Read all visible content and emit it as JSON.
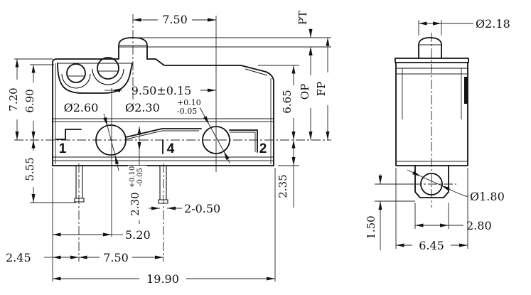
{
  "drawing": {
    "front": {
      "dims": {
        "plunger_to_hole": "7.50",
        "hole_pitch": "9.50±0.15",
        "dia_left_hole": "Ø2.60",
        "dia_right_hole": "Ø2.30",
        "dia_right_tol_plus": "+0.10",
        "dia_right_tol_minus": "-0.05",
        "height_overall": "7.20",
        "height_inner": "6.90",
        "pin_length": "5.55",
        "slot_height": "2.30",
        "slot_tol_plus": "+0.10",
        "slot_tol_minus": "-0.05",
        "pin_width": "2-0.50",
        "edge_to_left_hole": "5.20",
        "pin_pitch": "7.50",
        "edge_to_pin": "2.45",
        "overall_length": "19.90",
        "top_to_center": "6.65",
        "center_to_bottom": "2.35",
        "pt_label": "PT",
        "op_label": "OP",
        "fp_label": "FP"
      },
      "terminals": [
        "1",
        "4",
        "2"
      ]
    },
    "side": {
      "dims": {
        "plunger_dia": "Ø2.18",
        "tab_hole_dia": "Ø1.80",
        "tab_width": "2.80",
        "body_width": "6.45",
        "hole_to_bottom": "1.50"
      }
    },
    "colors": {
      "line": "#111111",
      "background": "#ffffff"
    }
  }
}
